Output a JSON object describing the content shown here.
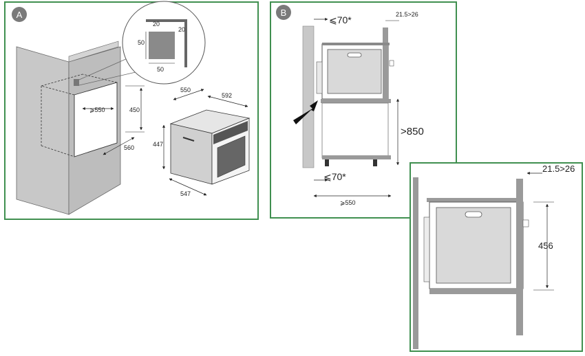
{
  "colors": {
    "frame": "#3f8f4f",
    "badge": "#7a7a7a",
    "wall": "#c8c8c8",
    "wall_dark": "#9a9a9a",
    "cabinet": "#d9d9d9",
    "oven_dark": "#555555",
    "line": "#222222"
  },
  "panel_a": {
    "badge": "A",
    "labels": {
      "inset_w": "50",
      "inset_h": "50",
      "inset_top": "20",
      "inset_side": "20",
      "niche_width": "⩾550",
      "niche_height": "450",
      "niche_depth": "560",
      "oven_depth_top": "550",
      "oven_width_top": "592",
      "oven_height": "447",
      "oven_depth_bottom": "547"
    }
  },
  "panel_b": {
    "badge": "B",
    "labels": {
      "gap_top": "⩽70*",
      "front_offset": "21.5>26",
      "height_min": ">850",
      "gap_bottom": "⩽70*",
      "depth_min": "⩾550"
    }
  },
  "panel_c": {
    "labels": {
      "front_offset": "21.5>26",
      "cavity_height": "456"
    }
  }
}
